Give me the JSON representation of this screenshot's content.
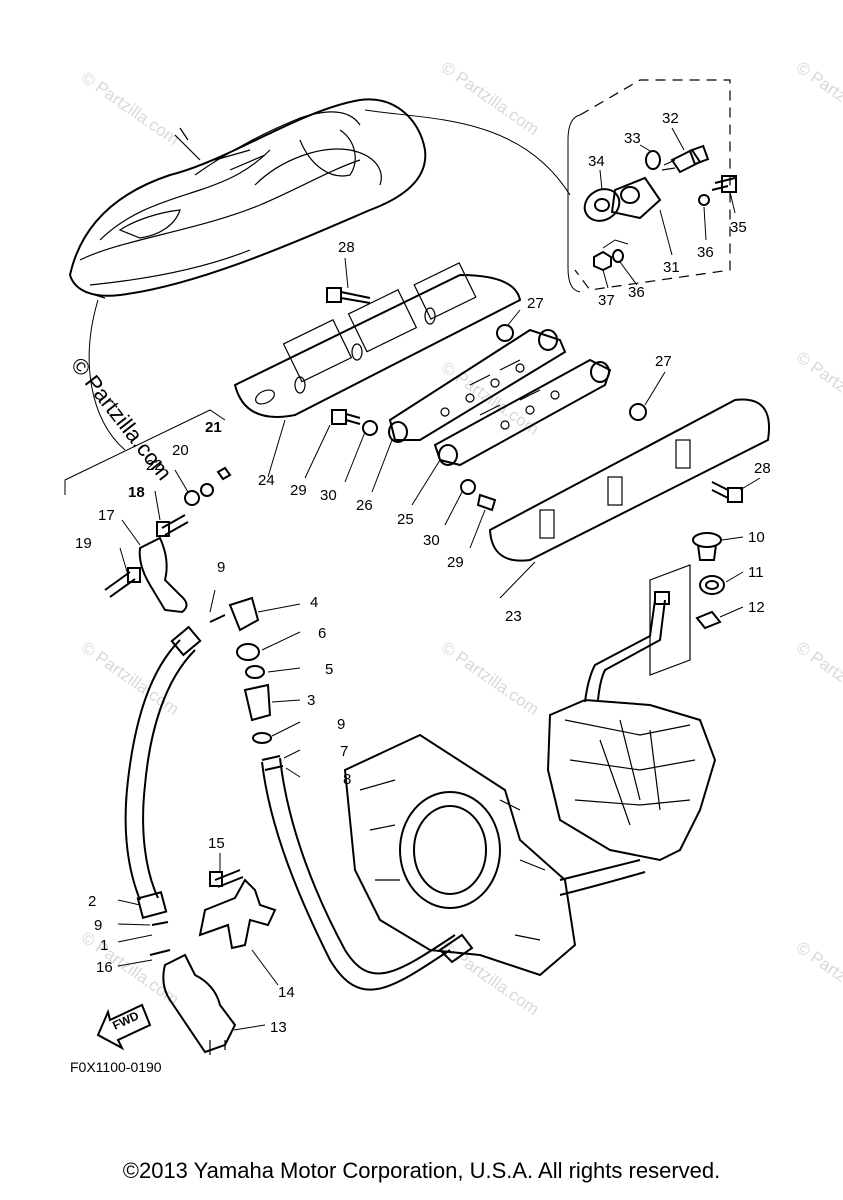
{
  "watermark": "© Partzilla.com",
  "diagram_code": "F0X1100-0190",
  "fwd_label": "FWD",
  "copyright": "©2013 Yamaha Motor Corporation, U.S.A. All rights reserved.",
  "callouts": {
    "c1": "1",
    "c2": "2",
    "c3": "3",
    "c4": "4",
    "c5": "5",
    "c6": "6",
    "c7": "7",
    "c8": "8",
    "c9a": "9",
    "c9b": "9",
    "c9c": "9",
    "c10": "10",
    "c11": "11",
    "c12": "12",
    "c13": "13",
    "c14": "14",
    "c15": "15",
    "c16": "16",
    "c17": "17",
    "c18": "18",
    "c19": "19",
    "c20": "20",
    "c21": "21",
    "c22": "22",
    "c23": "23",
    "c24": "24",
    "c25": "25",
    "c26": "26",
    "c27a": "27",
    "c27b": "27",
    "c28a": "28",
    "c28b": "28",
    "c29a": "29",
    "c29b": "29",
    "c30a": "30",
    "c30b": "30",
    "c31": "31",
    "c32": "32",
    "c33": "33",
    "c34": "34",
    "c35": "35",
    "c36a": "36",
    "c36b": "36",
    "c37": "37"
  }
}
